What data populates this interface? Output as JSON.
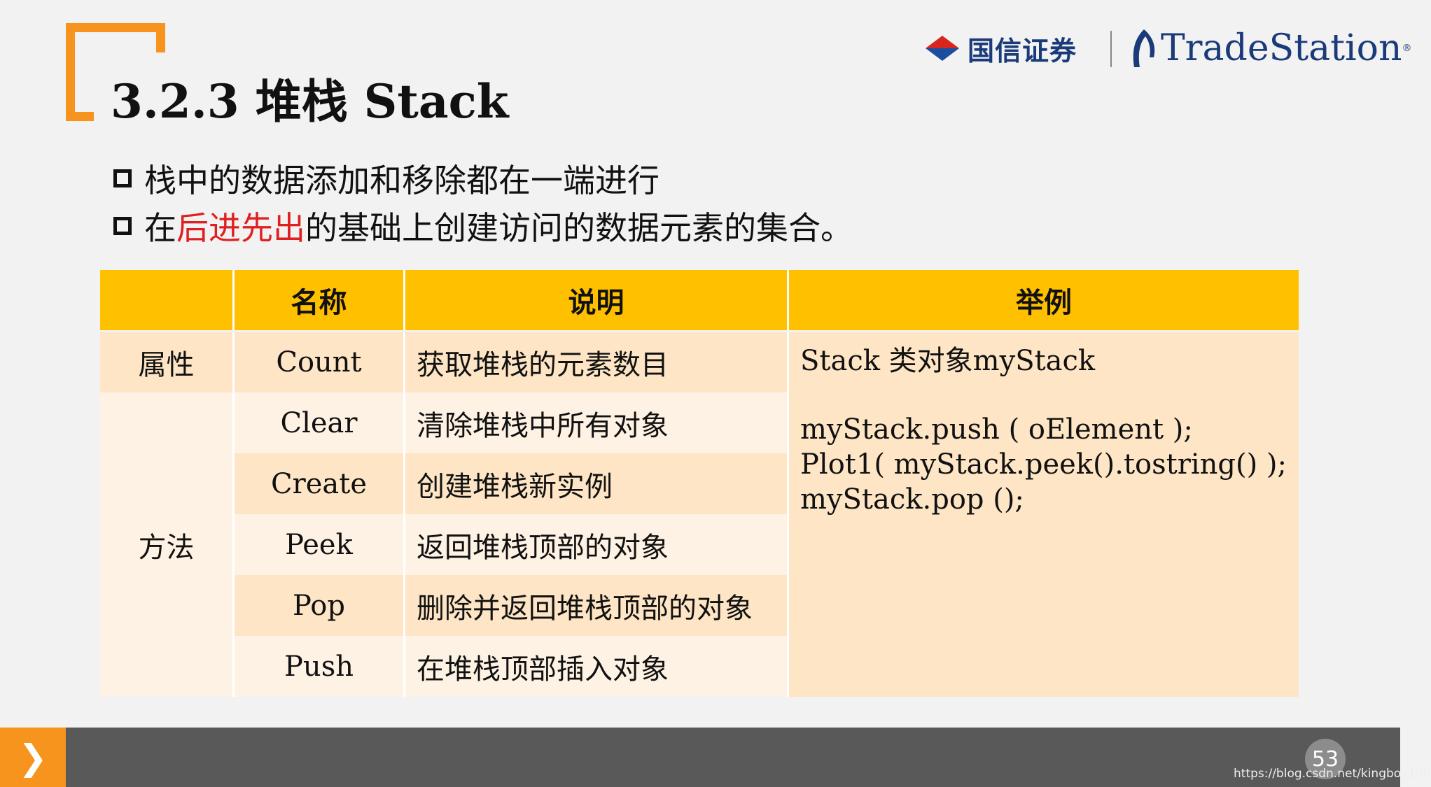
{
  "title": "3.2.3 堆栈 Stack",
  "logos": {
    "guosen_text": "国信证券",
    "tradestation_text": "TradeStation",
    "tradestation_reg": "®"
  },
  "bullets": {
    "b1": "栈中的数据添加和移除都在一端进行",
    "b2_pre": "在",
    "b2_red": "后进先出",
    "b2_post": "的基础上创建访问的数据元素的集合。"
  },
  "colors": {
    "accent": "#f7941d",
    "header": "#ffc000",
    "highlight": "#e02020"
  },
  "table": {
    "headers": [
      "",
      "名称",
      "说明",
      "举例"
    ],
    "groups": {
      "property": "属性",
      "method": "方法"
    },
    "rows": [
      {
        "name": "Count",
        "desc": "获取堆栈的元素数目"
      },
      {
        "name": "Clear",
        "desc": "清除堆栈中所有对象"
      },
      {
        "name": "Create",
        "desc": "创建堆栈新实例"
      },
      {
        "name": "Peek",
        "desc": "返回堆栈顶部的对象"
      },
      {
        "name": "Pop",
        "desc": "删除并返回堆栈顶部的对象"
      },
      {
        "name": "Push",
        "desc": "在堆栈顶部插入对象"
      }
    ],
    "example": {
      "line1": "Stack 类对象myStack",
      "line2": "myStack.push ( oElement );",
      "line3": "Plot1( myStack.peek().tostring() );",
      "line4": "myStack.pop ();"
    }
  },
  "footer": {
    "page_number": "53",
    "watermark": "https://blog.csdn.net/kingboy100",
    "arrow_icon": "chevron-right-icon"
  }
}
